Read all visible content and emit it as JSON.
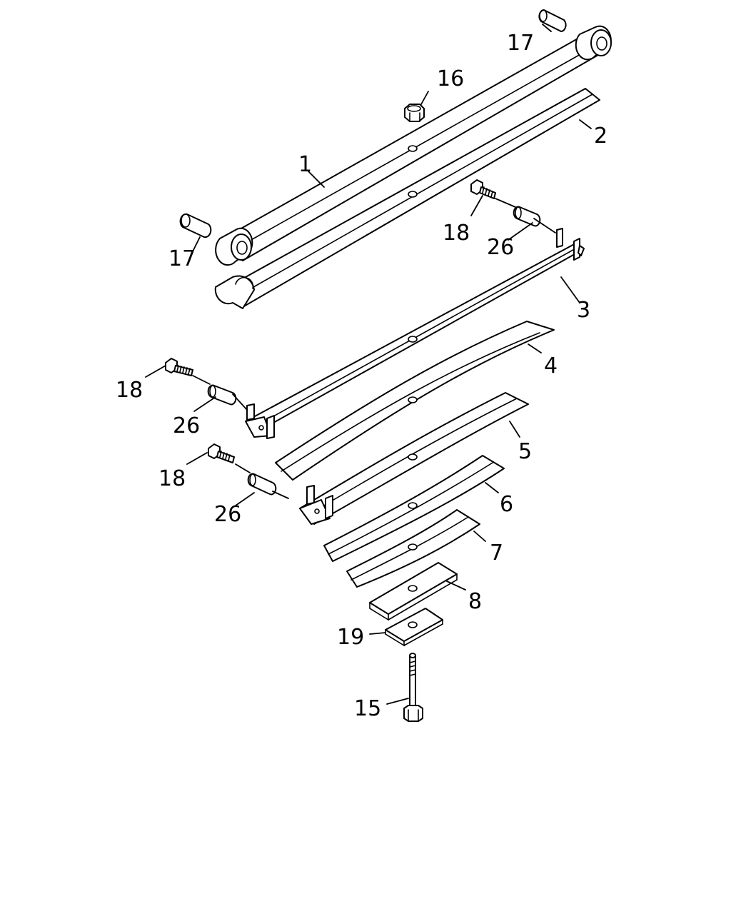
{
  "diagram": {
    "callouts": {
      "p1": "1",
      "p2": "2",
      "p3": "3",
      "p4": "4",
      "p5": "5",
      "p6": "6",
      "p7": "7",
      "p8": "8",
      "p15": "15",
      "p16": "16",
      "p17a": "17",
      "p17b": "17",
      "p18a": "18",
      "p18b": "18",
      "p18c": "18",
      "p19": "19",
      "p26a": "26",
      "p26b": "26",
      "p26c": "26"
    }
  }
}
